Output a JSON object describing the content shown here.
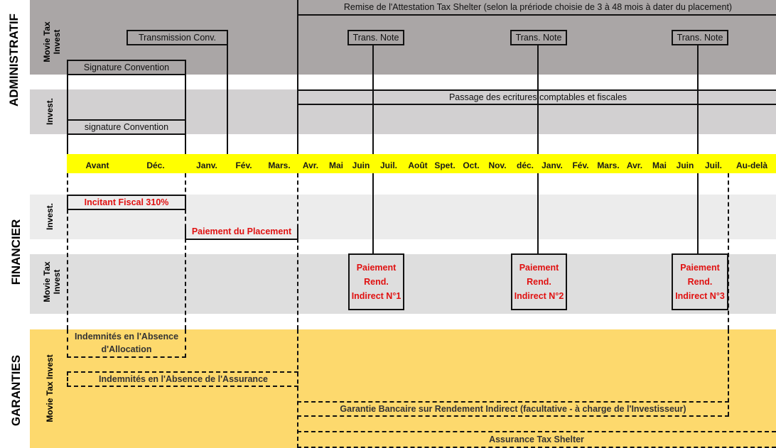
{
  "sections": {
    "administratif": "ADMINISTRATIF",
    "financier": "FINANCIER",
    "garanties": "GARANTIES"
  },
  "rows": {
    "admin_movie": "Movie Tax Invest",
    "admin_invest": "Invest.",
    "fin_invest": "Invest.",
    "fin_movie": "Movie Tax Invest",
    "gar_movie": "Movie Tax Invest"
  },
  "timeline": [
    "Avant",
    "Déc.",
    "Janv.",
    "Fév.",
    "Mars.",
    "Avr.",
    "Mai",
    "Juin",
    "Juil.",
    "Août",
    "Spet.",
    "Oct.",
    "Nov.",
    "déc.",
    "Janv.",
    "Fév.",
    "Mars.",
    "Avr.",
    "Mai",
    "Juin",
    "Juil.",
    "Au-delà"
  ],
  "admin": {
    "remise": "Remise de l'Attestation Tax Shelter (selon la prériode choisie de 3 à 48 mois à dater du placement)",
    "transmission": "Transmission Conv.",
    "trans_note_1": "Trans. Note",
    "trans_note_2": "Trans. Note",
    "trans_note_3": "Trans. Note",
    "signature_mti": "Signature Convention",
    "signature_inv": "signature Convention",
    "passage": "Passage des ecritures comptables et fiscales"
  },
  "financier": {
    "incitant": "Incitant Fiscal 310%",
    "paiement_placement": "Paiement du Placement",
    "rend_1": [
      "Paiement",
      "Rend.",
      "Indirect N°1"
    ],
    "rend_2": [
      "Paiement",
      "Rend.",
      "Indirect N°2"
    ],
    "rend_3": [
      "Paiement",
      "Rend.",
      "Indirect N°3"
    ]
  },
  "garanties": {
    "allocation": [
      "Indemnités en l'Absence",
      "d'Allocation"
    ],
    "assurance_absence": "Indemnités en l'Absence de l'Assurance",
    "garantie_bancaire": "Garantie Bancaire sur Rendement Indirect (facultative - à charge de l'Investisseur)",
    "assurance_ts": "Assurance Tax Shelter"
  }
}
